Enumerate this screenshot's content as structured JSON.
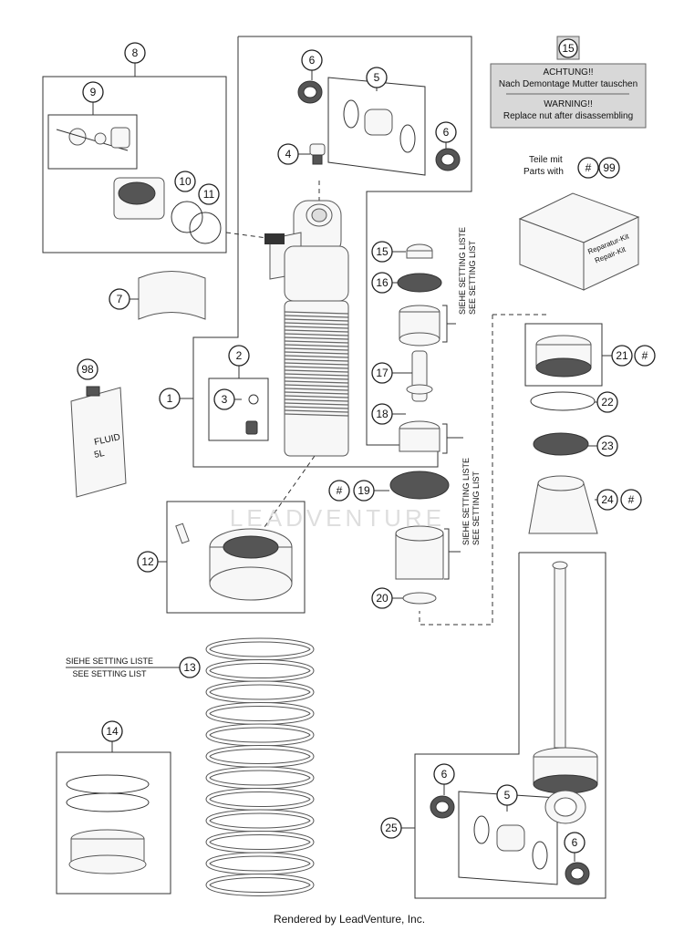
{
  "callouts": {
    "c1": "1",
    "c2": "2",
    "c3": "3",
    "c4": "4",
    "c5": "5",
    "c5b": "5",
    "c6a": "6",
    "c6b": "6",
    "c6c": "6",
    "c6d": "6",
    "c7": "7",
    "c8": "8",
    "c9": "9",
    "c10": "10",
    "c11": "11",
    "c12": "12",
    "c13": "13",
    "c14": "14",
    "c15a": "15",
    "c15b": "15",
    "c16": "16",
    "c17": "17",
    "c18": "18",
    "c19": "19",
    "c20": "20",
    "c21": "21",
    "c22": "22",
    "c23": "23",
    "c24": "24",
    "c25": "25",
    "c98": "98",
    "c99": "99",
    "h19": "#",
    "h21": "#",
    "h24": "#",
    "h99": "#"
  },
  "notice": {
    "line1": "ACHTUNG!!",
    "line2": "Nach Demontage Mutter tauschen",
    "line3": "WARNING!!",
    "line4": "Replace nut after disassembling"
  },
  "kit_legend": {
    "de": "Teile mit",
    "en": "Parts with"
  },
  "kit_box": {
    "de": "Reparatur-Kit",
    "en": "Repair-Kit"
  },
  "fluid_can": {
    "line1": "FLUID",
    "line2": "5L"
  },
  "setting_list": {
    "de": "SIEHE SETTING LISTE",
    "en": "SEE SETTING LIST"
  },
  "watermark": "LEADVENTURE",
  "footer": "Rendered by LeadVenture, Inc."
}
